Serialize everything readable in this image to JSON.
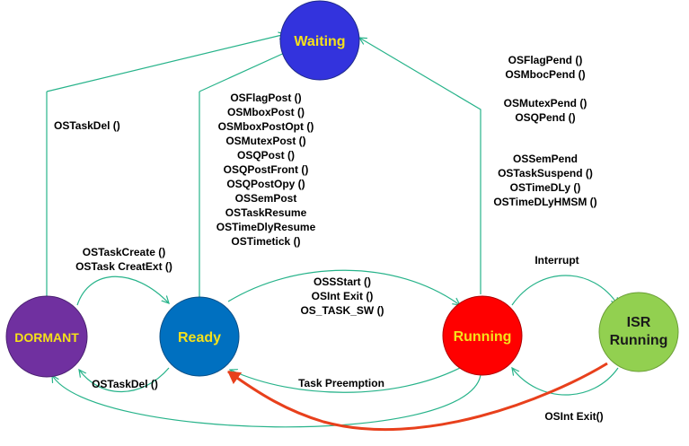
{
  "states": {
    "waiting": {
      "label": "Waiting",
      "fill": "#3333dd",
      "text_color": "#f5e11a"
    },
    "dormant": {
      "label": "DORMANT",
      "fill": "#7030a0",
      "text_color": "#f5e11a"
    },
    "ready": {
      "label": "Ready",
      "fill": "#0070c0",
      "text_color": "#f5e11a"
    },
    "running": {
      "label": "Running",
      "fill": "#ff0000",
      "text_color": "#f5e11a"
    },
    "isr": {
      "label_line1": "ISR",
      "label_line2": "Running",
      "fill": "#92d050",
      "text_color": "#1a1a1a"
    }
  },
  "transitions": {
    "dormant_to_waiting": {
      "label": "OSTaskDel ()"
    },
    "ready_to_waiting": {
      "lines": [
        "OSFlagPost  ()",
        "OSMboxPost ()",
        "OSMboxPostOpt ()",
        "OSMutexPost ()",
        "OSQPost ()",
        "OSQPostFront ()",
        "OSQPostOpy ()",
        "OSSemPost",
        "OSTaskResume",
        "OSTimeDlyResume",
        "OSTimetick ()"
      ]
    },
    "running_to_waiting": {
      "group1": [
        "OSFlagPend ()",
        "OSMbocPend ()"
      ],
      "group2": [
        "OSMutexPend ()",
        "OSQPend ()"
      ],
      "group3": [
        "OSSemPend",
        "OSTaskSuspend ()",
        "OSTimeDLy ()",
        "OSTimeDLyHMSM ()"
      ]
    },
    "dormant_to_ready": {
      "line1": "OSTaskCreate ()",
      "line2": "OSTask CreatExt ()"
    },
    "ready_to_running": {
      "lines": [
        "OSSStart ()",
        "OSInt Exit ()",
        "OS_TASK_SW ()"
      ]
    },
    "ready_to_dormant": {
      "label": "OSTaskDel ()"
    },
    "running_to_ready": {
      "label": "Task Preemption"
    },
    "running_to_isr": {
      "label": "Interrupt"
    },
    "isr_to_ready": {
      "label": "OSInt Exit()"
    }
  },
  "colors": {
    "edge": "#27b38a",
    "isr_exit_arrow": "#e8401c"
  }
}
